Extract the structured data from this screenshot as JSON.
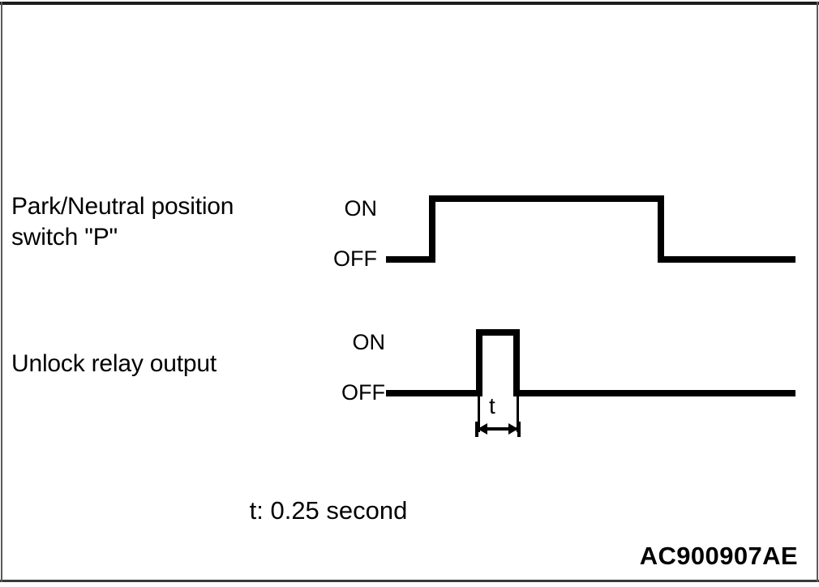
{
  "figure": {
    "title": "Park/Neutral position switch and Unlock relay timing chart",
    "background_color": "#ffffff",
    "stroke_color": "#000000",
    "frame_color": "#1c1c1c"
  },
  "signals": [
    {
      "name": "park-neutral-position-switch",
      "label": "Park/Neutral position\nswitch \"P\"",
      "state_high_label": "ON",
      "state_low_label": "OFF"
    },
    {
      "name": "unlock-relay-output",
      "label": "Unlock relay output",
      "state_high_label": "ON",
      "state_low_label": "OFF"
    }
  ],
  "dimension": {
    "symbol": "t",
    "caption": "t: 0.25 second",
    "value": 0.25,
    "unit": "second"
  },
  "document_code": "AC900907AE",
  "chart_data": {
    "type": "line",
    "title": "Park/Neutral position switch \"P\" and Unlock relay output timing chart",
    "xlabel": "",
    "ylabel": "",
    "grid": false,
    "legend": "none",
    "series": [
      {
        "name": "Park/Neutral position switch \"P\"",
        "states": [
          "OFF",
          "ON",
          "OFF"
        ],
        "x": [
          0,
          11,
          11,
          67,
          67,
          100
        ],
        "y": [
          "OFF",
          "OFF",
          "ON",
          "ON",
          "OFF",
          "OFF"
        ]
      },
      {
        "name": "Unlock relay output",
        "states": [
          "OFF",
          "ON",
          "OFF"
        ],
        "x": [
          0,
          22,
          22,
          33,
          33,
          100
        ],
        "y": [
          "OFF",
          "OFF",
          "ON",
          "ON",
          "OFF",
          "OFF"
        ]
      }
    ],
    "annotations": [
      {
        "text": "t",
        "describes": "Unlock relay output ON pulse width"
      },
      {
        "text": "t: 0.25 second",
        "describes": "pulse duration definition"
      }
    ]
  }
}
